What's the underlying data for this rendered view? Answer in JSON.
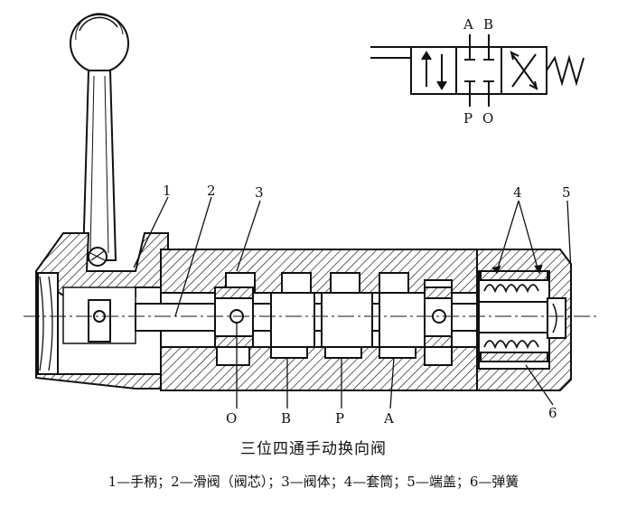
{
  "title": "三位四通手动换向阀",
  "legend": "1—手柄；2—滑阀（阀芯）；3—阀体；4—套筒；5—端盖；6—弹簧",
  "symbol_ports": {
    "top_a": "A",
    "top_b": "B",
    "bottom_p": "P",
    "bottom_o": "O"
  },
  "part_numbers": {
    "handle": "1",
    "spool": "2",
    "body": "3",
    "sleeve": "4",
    "end_cap": "5",
    "spring": "6"
  },
  "body_ports": {
    "o": "O",
    "b": "B",
    "p": "P",
    "a": "A"
  }
}
